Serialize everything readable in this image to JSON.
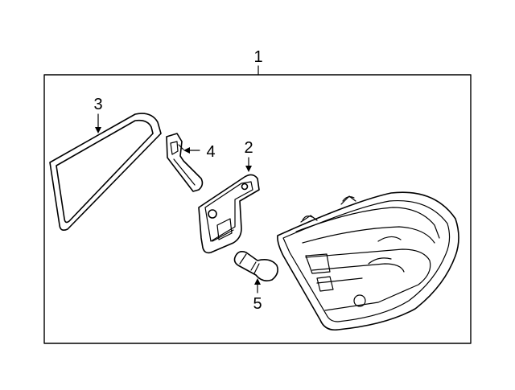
{
  "diagram": {
    "callouts": {
      "c1": "1",
      "c2": "2",
      "c3": "3",
      "c4": "4",
      "c5": "5"
    }
  },
  "colors": {
    "line": "#000000",
    "background": "#ffffff"
  }
}
